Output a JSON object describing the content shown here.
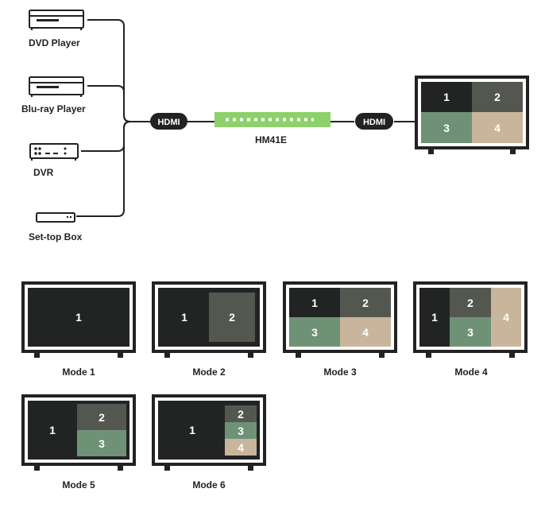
{
  "sources": [
    {
      "label": "DVD Player",
      "icon": "dvd-player-icon"
    },
    {
      "label": "Blu-ray Player",
      "icon": "bluray-player-icon"
    },
    {
      "label": "DVR",
      "icon": "dvr-icon"
    },
    {
      "label": "Set-top Box",
      "icon": "settop-box-icon"
    }
  ],
  "connection": {
    "input_label": "HDMI",
    "output_label": "HDMI",
    "device_label": "HM41E"
  },
  "display": {
    "tiles": [
      "1",
      "2",
      "3",
      "4"
    ]
  },
  "modes": [
    {
      "label": "Mode 1",
      "tiles": [
        "1"
      ]
    },
    {
      "label": "Mode 2",
      "tiles": [
        "1",
        "2"
      ]
    },
    {
      "label": "Mode 3",
      "tiles": [
        "1",
        "2",
        "3",
        "4"
      ]
    },
    {
      "label": "Mode 4",
      "tiles": [
        "1",
        "2",
        "3",
        "4"
      ]
    },
    {
      "label": "Mode 5",
      "tiles": [
        "1",
        "2",
        "3"
      ]
    },
    {
      "label": "Mode 6",
      "tiles": [
        "1",
        "2",
        "3",
        "4"
      ]
    }
  ],
  "colors": {
    "line": "#222222",
    "device_green": "#8dd16a",
    "tile_dark": "#222424",
    "tile_gray": "#54574f",
    "tile_green": "#6f9277",
    "tile_beige": "#c9b59b"
  }
}
